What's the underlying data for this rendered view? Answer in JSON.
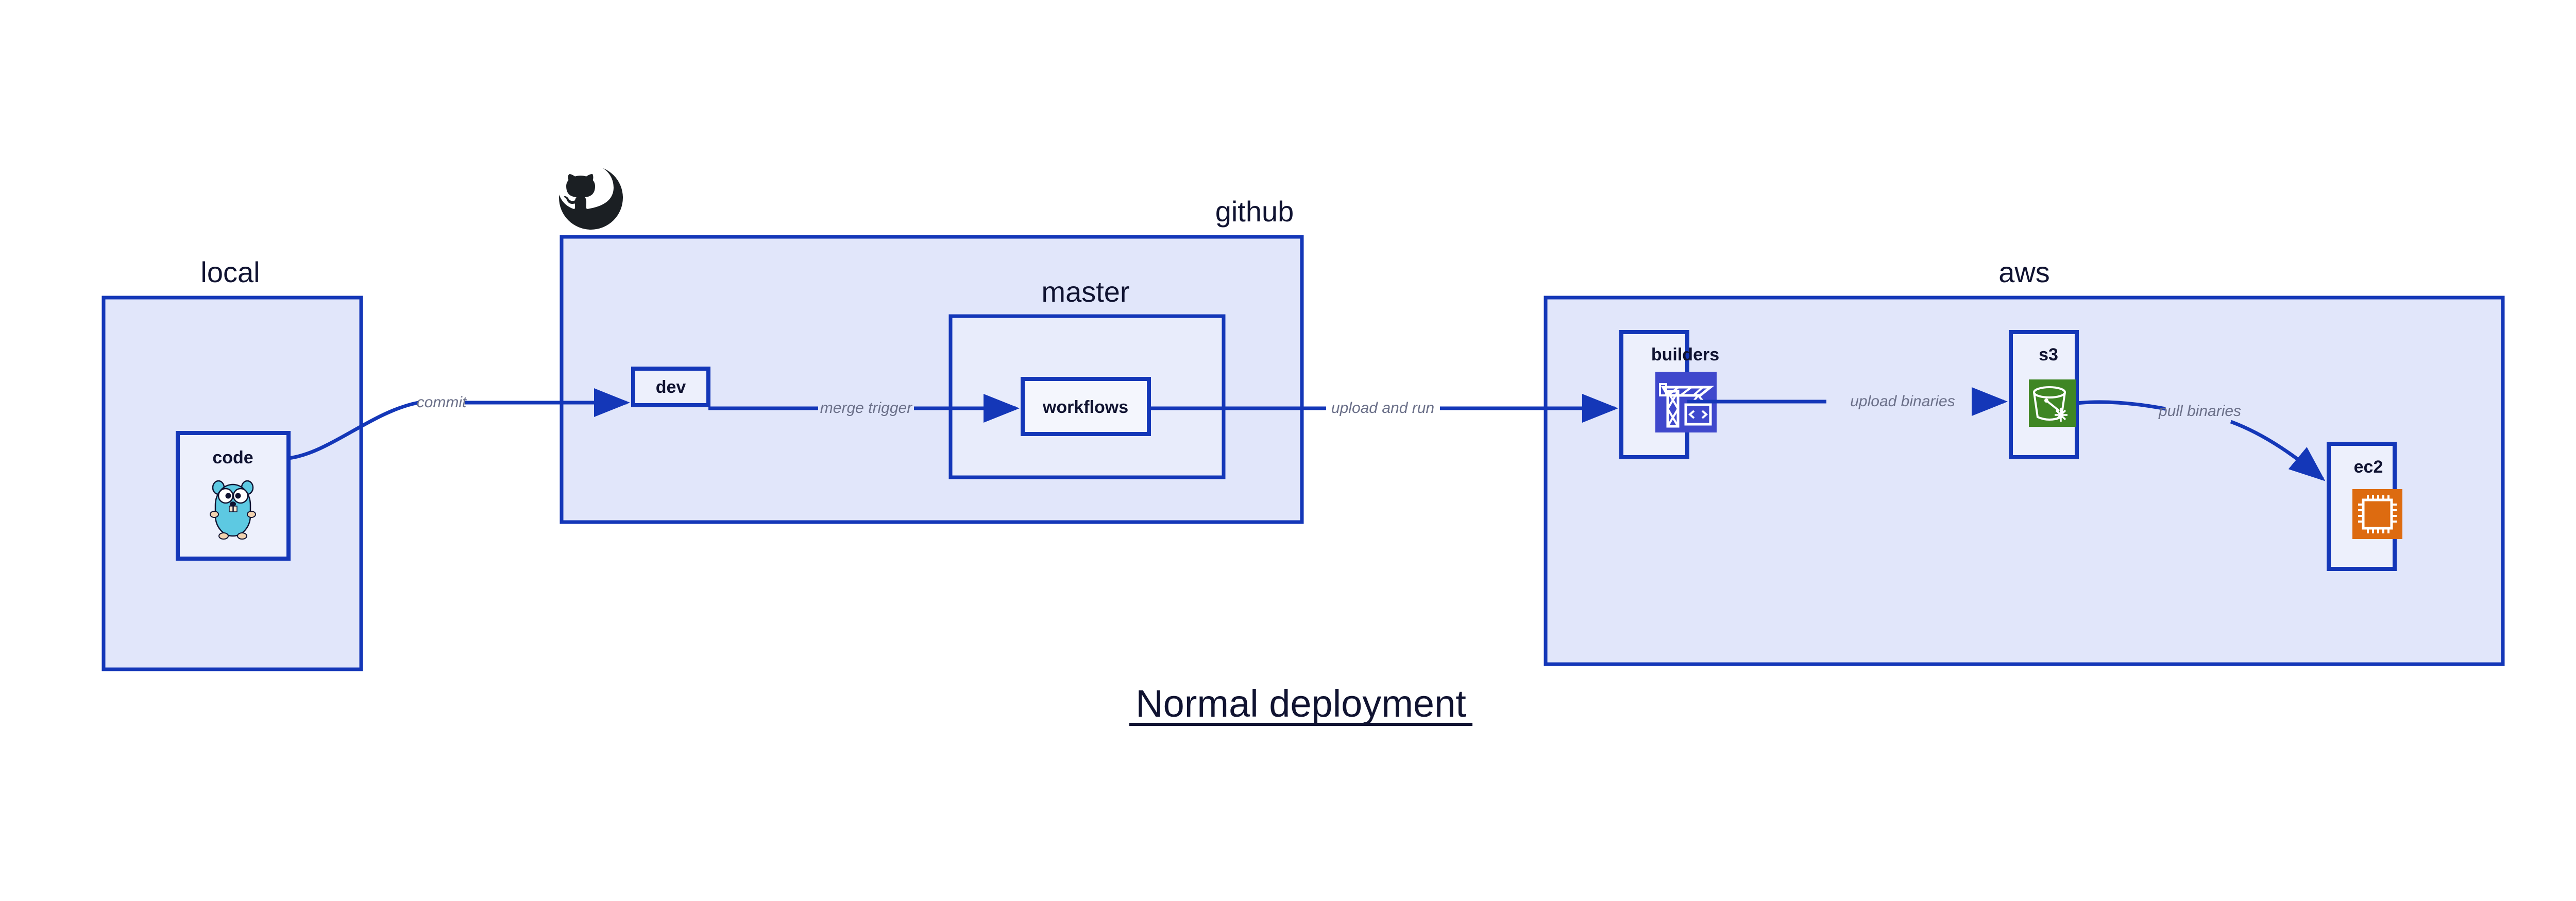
{
  "diagram": {
    "title": "Normal deployment",
    "background": "#ffffff",
    "colors": {
      "border": "#1437b8",
      "group_fill": "#e1e6fa",
      "subgroup_fill": "#e8ecfb",
      "node_fill": "#edf0fc",
      "label_text": "#101331",
      "edge_label_text": "#6b7089",
      "codebuild_purple": "#3f48cc",
      "s3_green": "#3f8624",
      "ec2_orange": "#dd6b10",
      "gopher_cyan": "#5dc9e2",
      "github_black": "#1b1f23"
    },
    "groups": [
      {
        "id": "local",
        "label": "local",
        "label_align": "center"
      },
      {
        "id": "github",
        "label": "github",
        "label_align": "right",
        "has_logo": true,
        "logo_icon": "github-octocat-icon"
      },
      {
        "id": "master",
        "label": "master",
        "label_align": "center"
      },
      {
        "id": "aws",
        "label": "aws",
        "label_align": "center"
      }
    ],
    "nodes": [
      {
        "id": "code",
        "label": "code",
        "icon": "go-gopher-icon",
        "group": "local"
      },
      {
        "id": "dev",
        "label": "dev",
        "icon": null,
        "group": "github"
      },
      {
        "id": "workflows",
        "label": "workflows",
        "icon": null,
        "group": "master"
      },
      {
        "id": "builders",
        "label": "builders",
        "icon": "aws-codebuild-icon",
        "group": "aws"
      },
      {
        "id": "s3",
        "label": "s3",
        "icon": "aws-s3-bucket-icon",
        "group": "aws"
      },
      {
        "id": "ec2",
        "label": "ec2",
        "icon": "aws-ec2-chip-icon",
        "group": "aws"
      }
    ],
    "edges": [
      {
        "id": "commit",
        "from": "code",
        "to": "dev",
        "label": "commit",
        "style": "curved"
      },
      {
        "id": "merge-trigger",
        "from": "dev",
        "to": "workflows",
        "label": "merge trigger",
        "style": "straight"
      },
      {
        "id": "upload-and-run",
        "from": "workflows",
        "to": "builders",
        "label": "upload and run",
        "style": "straight"
      },
      {
        "id": "upload-binaries",
        "from": "builders",
        "to": "s3",
        "label": "upload binaries",
        "style": "straight"
      },
      {
        "id": "pull-binaries",
        "from": "s3",
        "to": "ec2",
        "label": "pull binaries",
        "style": "curved"
      }
    ]
  }
}
